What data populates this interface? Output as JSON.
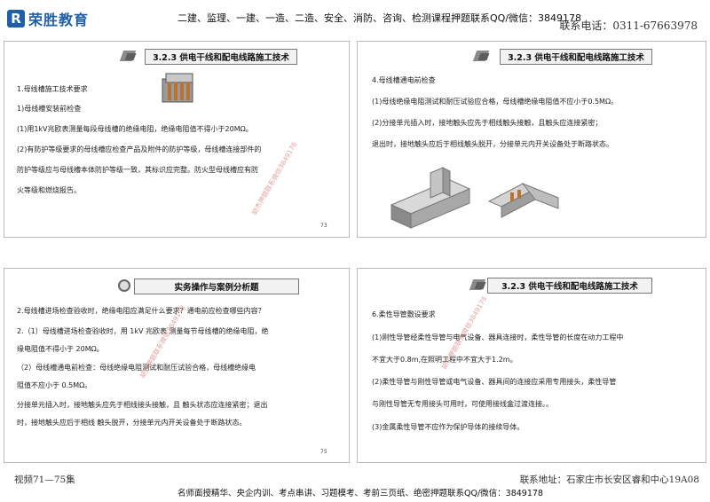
{
  "header": {
    "logo_mark": "R",
    "logo_text": "荣胜教育",
    "banner": "二建、监理、一建、一造、二造、安全、消防、咨询、检测课程押题联系QQ/微信：3849178",
    "phone": "联系电话：0311-67663978"
  },
  "slides": [
    {
      "title": "3.2.3 供电干线和配电线路施工技术",
      "lines": [
        "1.母线槽施工技术要求",
        "1)母线槽安装前检查",
        "(1)用1kV兆欧表测量每段母线槽的绝缘电阻，绝缘电阻值不得小于20MΩ。",
        "(2)有防护等级要求的母线槽应检查产品及附件的防护等级，母线槽连接部件的",
        "防护等级应与母线槽本体防护等级一致，其标识应完整。防火型母线槽应有防",
        "火等级和燃烧报告。"
      ],
      "page": "73",
      "watermark": "胡杰押题联系微信3849178"
    },
    {
      "title": "3.2.3 供电干线和配电线路施工技术",
      "lines": [
        "4.母线槽通电前检查",
        "(1)母线绝缘电阻测试和耐压试验应合格，母线槽绝缘电阻值不应小于0.5MΩ。",
        "(2)分接单元插入时，接地触头应先于相线触头接触，且触头应连接紧密；",
        "退出时，接地触头应后于相线触头脱开，分接单元内开关设备处于断路状态。"
      ]
    },
    {
      "title": "实务操作与案例分析题",
      "lines": [
        "2.母线槽进场检查验收时，绝缘电阻应满足什么要求？通电前应检查哪些内容？",
        "2.（1）母线槽进场检查验收时，用 1kV 兆欧表 测量每节母线槽的绝缘电阻，绝",
        "缘电阻值不得小于 20MΩ。",
        "（2）母线槽通电前检查：母线绝缘电阻测试和耐压试验合格，母线槽绝缘电",
        "阻值不应小于 0.5MΩ。",
        "分接单元插入时，接地触头应先于相线接头接触，且 触头状态应连接紧密；退出",
        "时，接地触头应后于相线 触头脱开，分接单元内开关设备处于断路状态。"
      ],
      "page": "75",
      "watermark": "胡杰押题联系微信3849178"
    },
    {
      "title": "3.2.3 供电干线和配电线路施工技术",
      "lines": [
        "6.柔性导管敷设要求",
        "(1)刚性导管经柔性导管与电气设备、器具连接时，柔性导管的长度在动力工程中",
        "不宜大于0.8m,在照明工程中不宜大于1.2m。",
        "(2)柔性导管与刚性导管或电气设备、器具间的连接应采用专用接头，柔性导管",
        "与刚性导管无专用接头可用时，可使用接线盒过渡连接。。",
        "(3)金属柔性导管不应作为保护导体的接续导体。"
      ],
      "watermark": "胡杰押题联系微信3849178"
    }
  ],
  "footer": {
    "left": "视频71—75集",
    "address": "联系地址：石家庄市长安区睿和中心19A08",
    "banner": "名师面授精华、央企内训、考点串讲、习题模考、考前三页纸、绝密押题联系QQ/微信：3849178"
  }
}
